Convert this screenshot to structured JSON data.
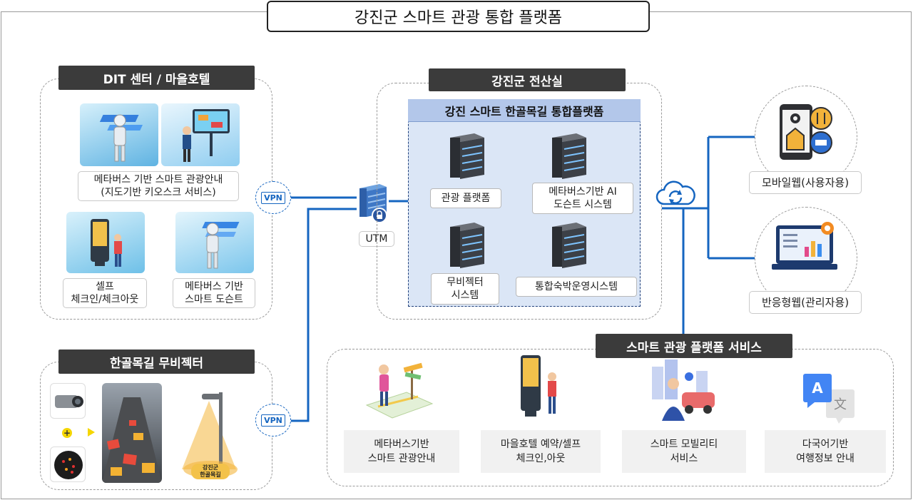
{
  "title": "강진군 스마트 관광 통합 플랫폼",
  "dit": {
    "label": "DIT 센터 / 마을호텔",
    "items": [
      {
        "line1": "메타버스 기반 스마트 관광안내",
        "line2": "(지도기반 키오스크 서비스)"
      },
      {
        "line1": "셀프",
        "line2": "체크인/체크아웃"
      },
      {
        "line1": "메타버스 기반",
        "line2": "스마트 도슨트"
      }
    ]
  },
  "projector": {
    "label": "한골목길 무비젝터",
    "sign": {
      "line1": "강진군",
      "line2": "한골목길"
    }
  },
  "vpn_label": "VPN",
  "utm_label": "UTM",
  "datacenter": {
    "label": "강진군 전산실",
    "platform_title": "강진 스마트 한골목길 통합플랫폼",
    "servers": [
      {
        "line1": "관광 플랫폼",
        "line2": ""
      },
      {
        "line1": "메타버스기반 AI",
        "line2": "도슨트 시스템"
      },
      {
        "line1": "무비젝터",
        "line2": "시스템"
      },
      {
        "line1": "통합숙박운영시스템",
        "line2": ""
      }
    ]
  },
  "clients": {
    "mobile": "모바일웹(사용자용)",
    "admin": "반응형웹(관리자용)"
  },
  "services": {
    "label": "스마트 관광 플랫폼 서비스",
    "items": [
      {
        "line1": "메타버스기반",
        "line2": "스마트 관광안내"
      },
      {
        "line1": "마을호텔 예약/셀프",
        "line2": "체크인,아웃"
      },
      {
        "line1": "스마트 모빌리티",
        "line2": "서비스"
      },
      {
        "line1": "다국어기반",
        "line2": "여행정보 안내"
      }
    ]
  },
  "colors": {
    "line": "#1565c0",
    "label_bg": "#3b3b3b",
    "platform_bg": "#dbe6f6",
    "platform_head": "#b3c7ea"
  }
}
